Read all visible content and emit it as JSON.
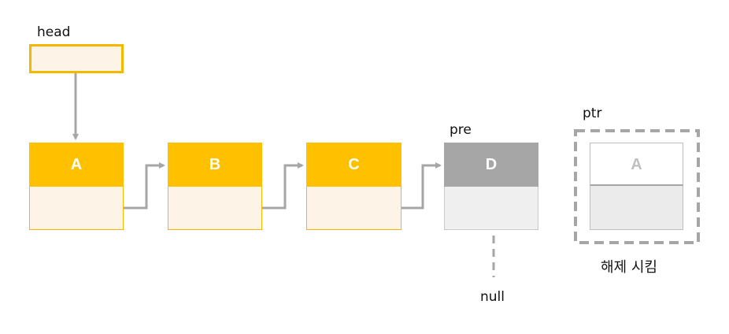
{
  "labels": {
    "head": "head",
    "pre": "pre",
    "ptr": "ptr",
    "null": "null",
    "free": "해제 시킴"
  },
  "nodes": [
    {
      "id": "A",
      "label": "A",
      "state": "active"
    },
    {
      "id": "B",
      "label": "B",
      "state": "active"
    },
    {
      "id": "C",
      "label": "C",
      "state": "active"
    },
    {
      "id": "D",
      "label": "D",
      "state": "inactive"
    }
  ],
  "freed_node": {
    "label": "A",
    "state": "freed"
  },
  "colors": {
    "active_header": "#ffc000",
    "active_body": "#fdf3e6",
    "active_border": "#f5b800",
    "inactive_header": "#a6a6a6",
    "inactive_body": "#efefef",
    "inactive_border": "#c9c9c9",
    "freed_header": "#ffffff",
    "freed_text": "#bfbfbf",
    "freed_body": "#ebebeb",
    "arrow": "#a6a6a6",
    "dashed": "#a6a6a6"
  }
}
